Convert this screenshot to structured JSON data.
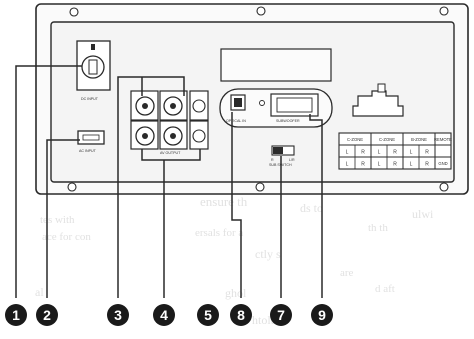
{
  "panel": {
    "labels": {
      "power_input": "DC INPUT",
      "ac_input": "AC INPUT",
      "av_output": "AV OUTPUT",
      "optical": "OPTICAL IN",
      "subwoofer": "SUBWOOFER",
      "switch_left": "R",
      "switch_right": "L/R",
      "switch_caption": "SUB SWITCH"
    },
    "zone_table": {
      "headers": [
        "C-ZONE",
        "C-ZONE",
        "B-ZONE",
        "REMOTE",
        "GND"
      ],
      "rows": [
        [
          "L",
          "R",
          "L",
          "R",
          "L",
          "R"
        ],
        [
          "L",
          "R",
          "L",
          "R",
          "L",
          "R"
        ]
      ]
    }
  },
  "callouts": [
    {
      "id": "1",
      "label": "1"
    },
    {
      "id": "2",
      "label": "2"
    },
    {
      "id": "3",
      "label": "3"
    },
    {
      "id": "4",
      "label": "4"
    },
    {
      "id": "5",
      "label": "5"
    },
    {
      "id": "8",
      "label": "8"
    },
    {
      "id": "7",
      "label": "7"
    },
    {
      "id": "9",
      "label": "9"
    }
  ],
  "colors": {
    "ink": "#2a2a2a",
    "callout_fill": "#1a1a1a",
    "panel_fill": "#f4f4f4"
  }
}
